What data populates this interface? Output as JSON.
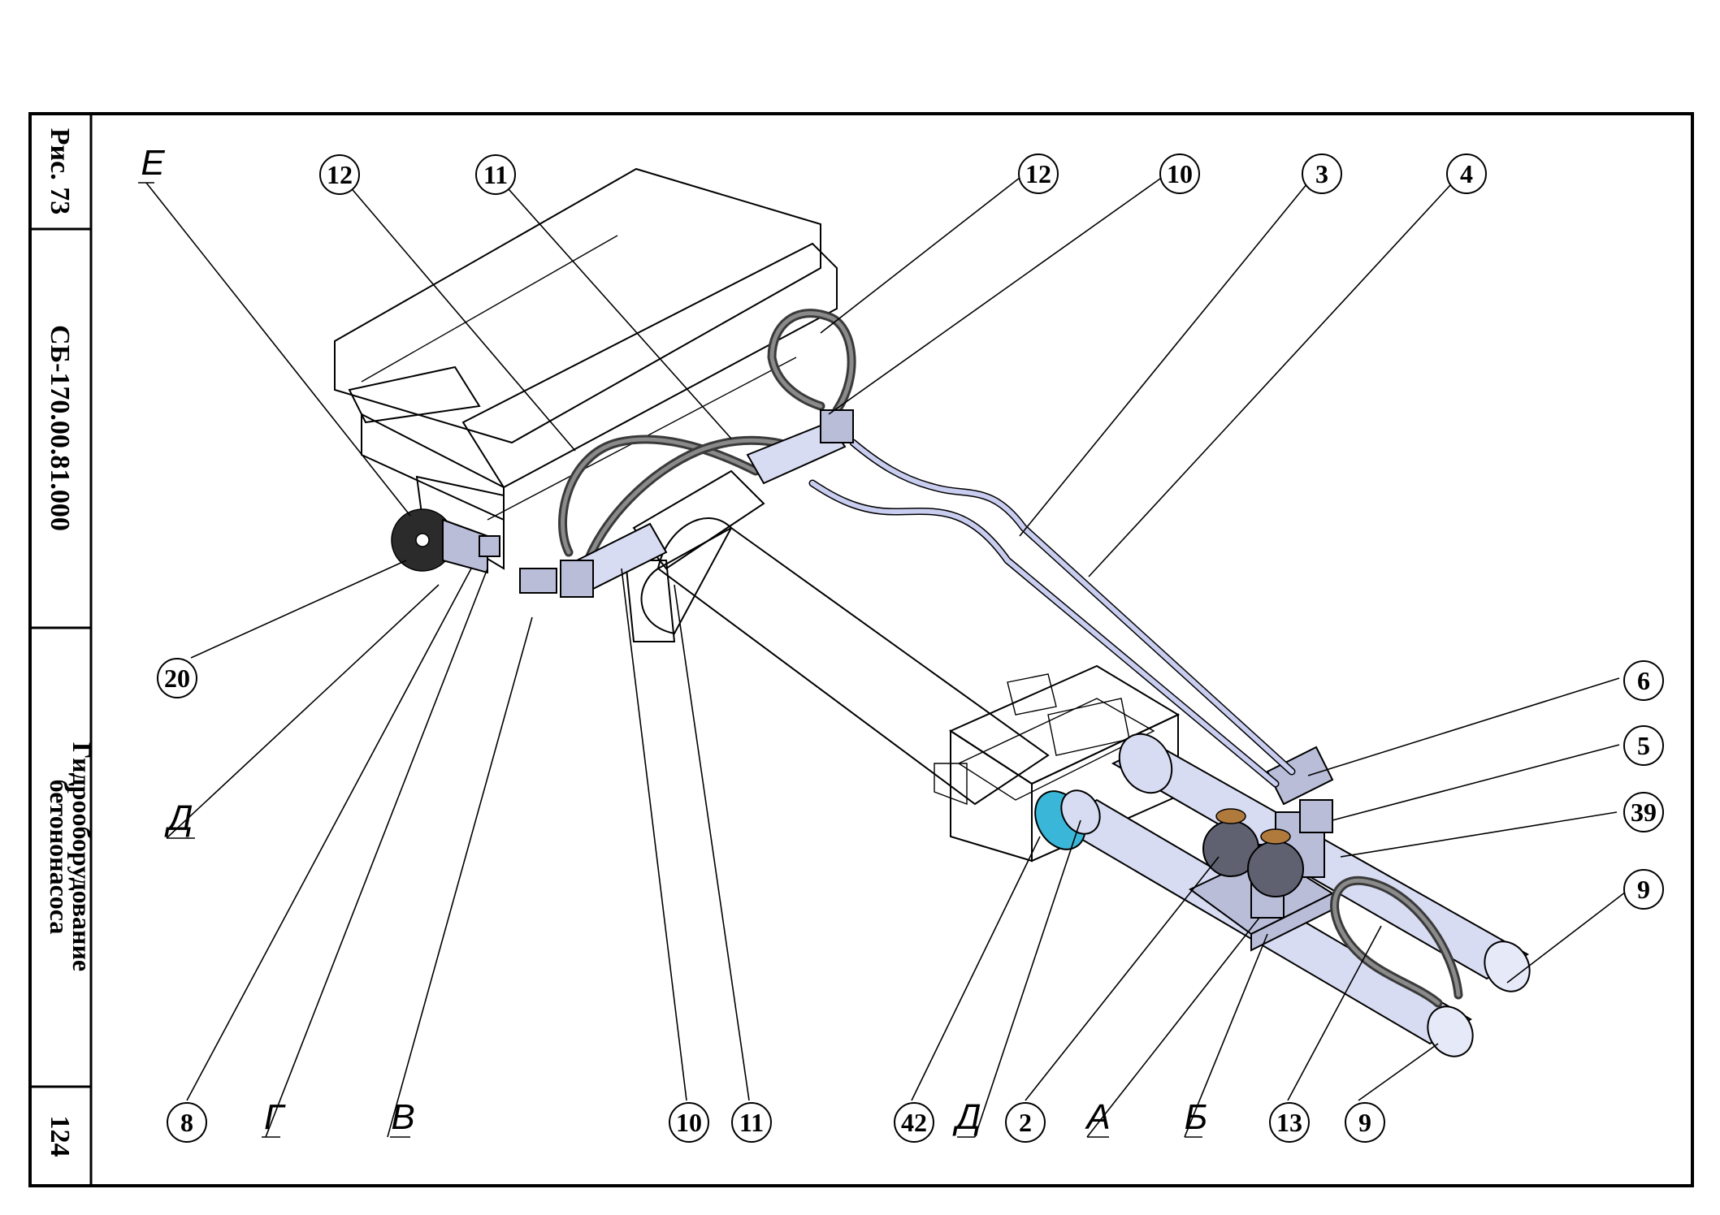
{
  "side_panel": {
    "figure": "Рис. 73",
    "drawing_code": "СБ-170.00.81.000",
    "title_line1": "Гидрооборудование",
    "title_line2": "бетононасоса",
    "page_number": "124"
  },
  "callouts": [
    {
      "id": "c-12a",
      "label": "12"
    },
    {
      "id": "c-11a",
      "label": "11"
    },
    {
      "id": "c-12b",
      "label": "12"
    },
    {
      "id": "c-10a",
      "label": "10"
    },
    {
      "id": "c-3",
      "label": "3"
    },
    {
      "id": "c-4",
      "label": "4"
    },
    {
      "id": "c-20",
      "label": "20"
    },
    {
      "id": "c-6",
      "label": "6"
    },
    {
      "id": "c-5",
      "label": "5"
    },
    {
      "id": "c-39",
      "label": "39"
    },
    {
      "id": "c-9a",
      "label": "9"
    },
    {
      "id": "c-8",
      "label": "8"
    },
    {
      "id": "c-10b",
      "label": "10"
    },
    {
      "id": "c-11b",
      "label": "11"
    },
    {
      "id": "c-42",
      "label": "42"
    },
    {
      "id": "c-2",
      "label": "2"
    },
    {
      "id": "c-13",
      "label": "13"
    },
    {
      "id": "c-9b",
      "label": "9"
    }
  ],
  "view_letters": [
    {
      "id": "l-E",
      "label": "Е"
    },
    {
      "id": "l-D1",
      "label": "Д"
    },
    {
      "id": "l-G",
      "label": "Г"
    },
    {
      "id": "l-V",
      "label": "В"
    },
    {
      "id": "l-D2",
      "label": "Д"
    },
    {
      "id": "l-A",
      "label": "А"
    },
    {
      "id": "l-B",
      "label": "Б"
    }
  ]
}
